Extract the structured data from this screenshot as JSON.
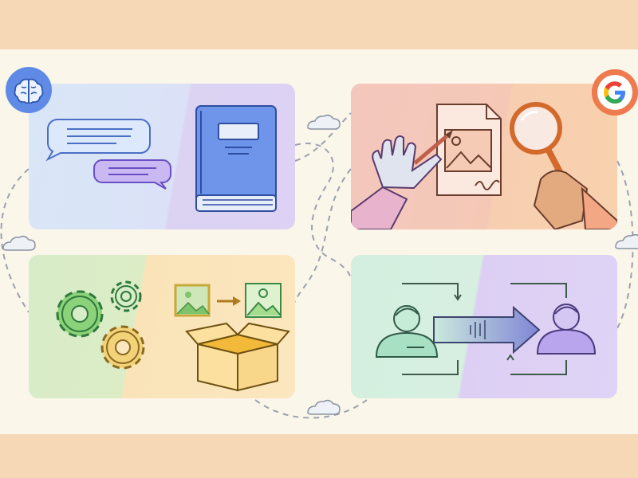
{
  "scene": {
    "background_top": "#f6d7b6",
    "stage_color": "#fbf6ea"
  },
  "badges": {
    "left": {
      "icon": "brain-icon",
      "color": "#5f8be6"
    },
    "right": {
      "icon": "google-g-logo-icon",
      "brand_letter": "G",
      "color": "#ee7a4d"
    }
  },
  "panels": [
    {
      "id": "conversation-to-book",
      "icons": [
        "chat-bubble-icon",
        "chat-bubble-icon",
        "book-icon"
      ]
    },
    {
      "id": "robot-drawing-and-inspecting",
      "icons": [
        "robot-hand-icon",
        "image-document-icon",
        "magnifying-glass-icon"
      ]
    },
    {
      "id": "process-and-package",
      "icons": [
        "gear-icon",
        "gear-icon",
        "gear-icon",
        "image-icon",
        "arrow-right-icon",
        "image-icon",
        "open-box-icon"
      ]
    },
    {
      "id": "user-to-user-transfer",
      "icons": [
        "user-icon",
        "transfer-arrow-icon",
        "user-icon"
      ]
    }
  ],
  "decor": {
    "cloud_icon": "cloud-icon",
    "path_style": "dashed"
  }
}
